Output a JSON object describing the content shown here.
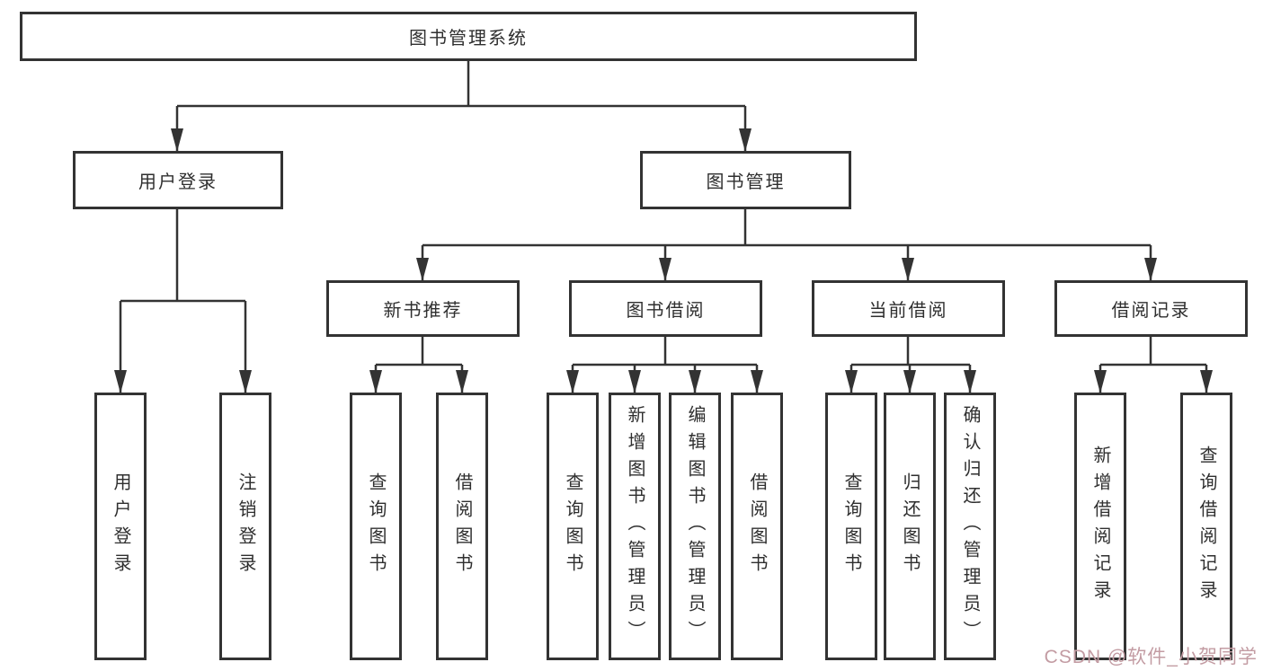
{
  "diagram": {
    "root": {
      "label": "图书管理系统"
    },
    "level2": [
      {
        "label": "用户登录"
      },
      {
        "label": "图书管理"
      }
    ],
    "level3": [
      {
        "label": "新书推荐"
      },
      {
        "label": "图书借阅"
      },
      {
        "label": "当前借阅"
      },
      {
        "label": "借阅记录"
      }
    ],
    "leaves": [
      {
        "label": "用户登录"
      },
      {
        "label": "注销登录"
      },
      {
        "label": "查询图书"
      },
      {
        "label": "借阅图书"
      },
      {
        "label": "查询图书"
      },
      {
        "label": "新增图书（管理员）"
      },
      {
        "label": "编辑图书（管理员）"
      },
      {
        "label": "借阅图书"
      },
      {
        "label": "查询图书"
      },
      {
        "label": "归还图书"
      },
      {
        "label": "确认归还（管理员）"
      },
      {
        "label": "新增借阅记录"
      },
      {
        "label": "查询借阅记录"
      }
    ]
  },
  "watermark": {
    "text": "CSDN @软件_小贺同学"
  },
  "colors": {
    "line": "#333333",
    "text": "#2f2f2f",
    "background": "#ffffff",
    "watermark": "#c39ca3"
  }
}
